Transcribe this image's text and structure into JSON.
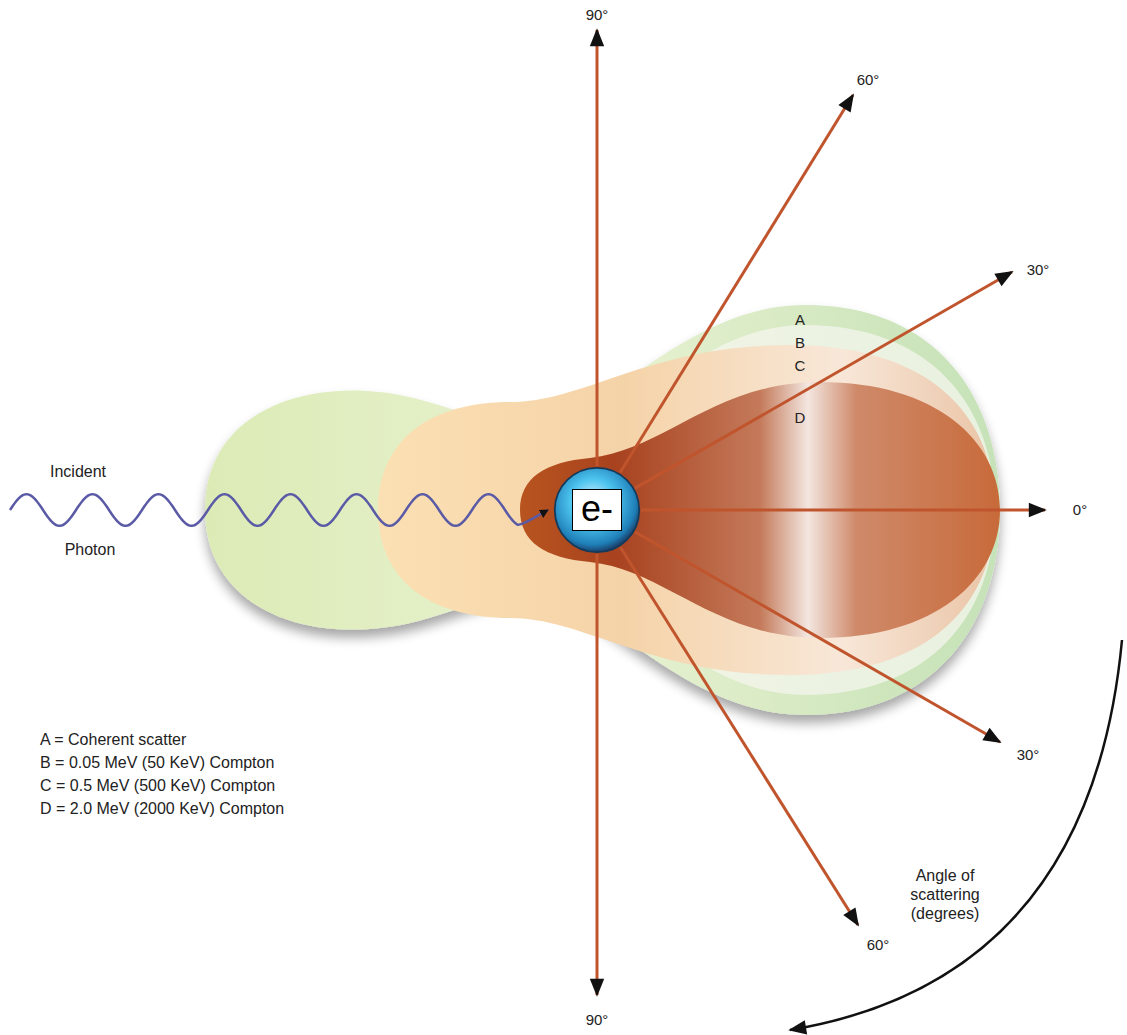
{
  "diagram": {
    "nodes": [
      {
        "text": [
          "e-"
        ]
      }
    ],
    "labels": [
      "90°",
      "60°",
      "30°",
      "A",
      "B",
      "C",
      "D",
      "0°",
      "30°",
      "60°",
      "90°",
      "Incident",
      "Photon",
      "A = Coherent scatter",
      "B = 0.05 MeV (50 KeV) Compton",
      "C = 0.5 MeV (500 KeV) Compton",
      "D = 2.0 MeV (2000 KeV) Compton",
      "Angle of scattering (degrees)"
    ]
  }
}
